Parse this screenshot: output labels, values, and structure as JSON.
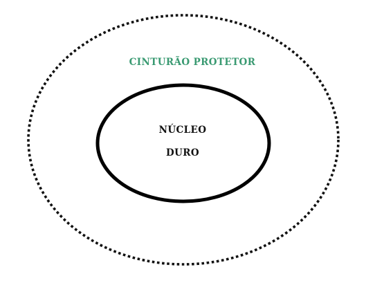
{
  "diagram": {
    "outer_label": "CINTURÃO PROTETOR",
    "inner_label_line1": "NÚCLEO",
    "inner_label_line2": "DURO"
  },
  "colors": {
    "outer_label": "#3a9a72",
    "inner_label": "#111111",
    "outer_stroke": "#111111",
    "inner_stroke": "#000000",
    "background": "#ffffff"
  }
}
